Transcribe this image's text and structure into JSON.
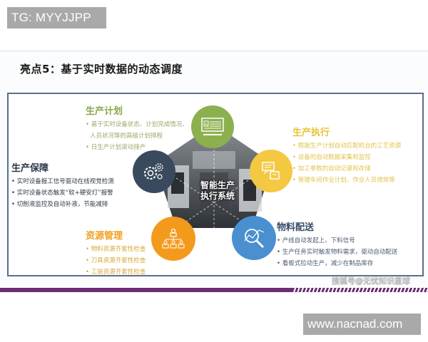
{
  "watermarks": {
    "top": "TG: MYYJJPP",
    "bottom": "www.nacnad.com",
    "source": "搜狐号@无忧知识星球"
  },
  "slide": {
    "title": "亮点5：基于实时数据的动态调度",
    "center": {
      "line1": "智能生产",
      "line2": "执行系统"
    },
    "colors": {
      "green": "#8db04e",
      "yellow": "#f5c842",
      "navy": "#3a4a5e",
      "orange": "#f39a1d",
      "blue": "#4a8fd0",
      "panel_border": "#5a6f8c",
      "bottom_bar": "#6b2d73"
    },
    "sections": {
      "plan": {
        "title": "生产计划",
        "icon": "document-icon",
        "items": [
          "• 基于实时设备状态、计划完成情况、",
          "  人员状况等的高级计划排程",
          "• 日生产计划滚动排产"
        ]
      },
      "execute": {
        "title": "生产执行",
        "icon": "chat-icon",
        "items": [
          "• 根据生产计划自动匹配机台的工艺资源",
          "• 设备的自动数据采集和监控",
          "• 加工参数的自动记录和存储",
          "• 管理车间作业计划、作业人员绩效等"
        ]
      },
      "guarantee": {
        "title": "生产保障",
        "icon": "gears-icon",
        "items": [
          "• 实时设备报工信号驱动在线视觉检测",
          "• 实时设备状态触发“软+硬安灯”报警",
          "• 切削液监控及自动补液，节能减排"
        ]
      },
      "resource": {
        "title": "资源管理",
        "icon": "org-chart-icon",
        "items": [
          "• 物料资源齐套性检查",
          "• 刀具资源齐套性检查",
          "• 工装资源齐套性检查"
        ]
      },
      "material": {
        "title": "物料配送",
        "icon": "magnifier-chart-icon",
        "items": [
          "• 产线自动发起上、下料信号",
          "• 生产任务实时触发物料需求，驱动自动配送",
          "• 看板式拉动生产，减少在制品库存"
        ]
      }
    }
  }
}
